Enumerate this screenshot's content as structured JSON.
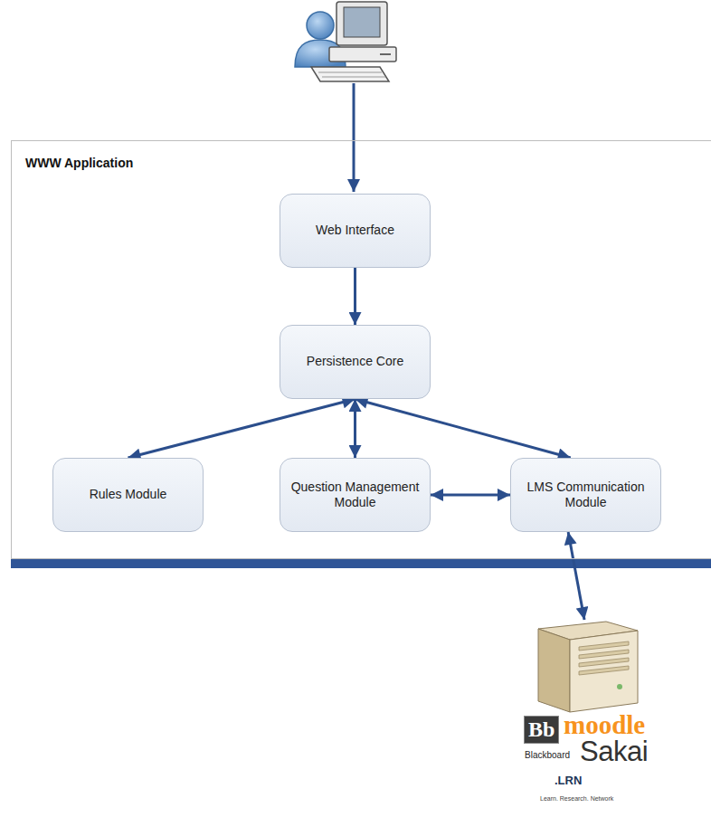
{
  "diagram": {
    "nodes": [
      {
        "text": [
          "WWW Application"
        ]
      },
      {
        "text": [
          "Web Interface"
        ],
        "in": 0
      },
      {
        "text": [
          "Persistence Core"
        ],
        "in": 0
      },
      {
        "text": [
          "Rules Module"
        ],
        "in": 0
      },
      {
        "text": [
          "Question Management Module"
        ],
        "in": 0
      },
      {
        "text": [
          "LMS Communication Module"
        ],
        "in": 0
      },
      {
        "text": [
          "Bb",
          "moodle",
          "Blackboard",
          "Sakai",
          ".LRN",
          "Learn. Research. Network"
        ]
      }
    ],
    "edges": [
      {
        "from": 1,
        "to": 2,
        "arrow": "to"
      },
      {
        "from": 2,
        "to": 3,
        "arrow": "both"
      },
      {
        "from": 2,
        "to": 4,
        "arrow": "both"
      },
      {
        "from": 2,
        "to": 5,
        "arrow": "both"
      },
      {
        "from": 4,
        "to": 5,
        "arrow": "both"
      },
      {
        "from": 5,
        "to": 6,
        "arrow": "both"
      }
    ]
  }
}
